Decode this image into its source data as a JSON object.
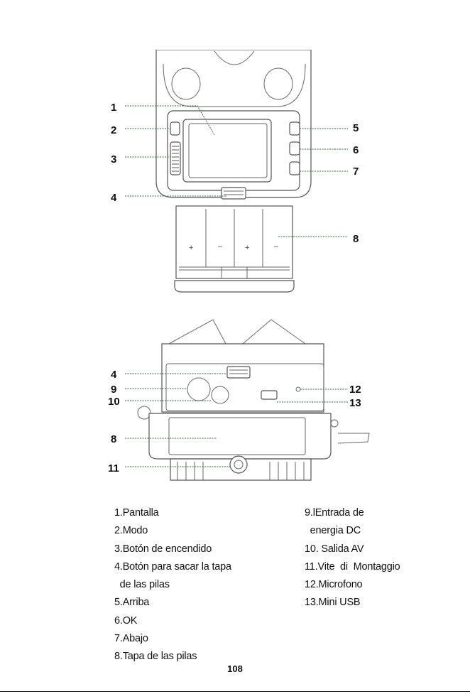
{
  "callouts_top": [
    "1",
    "2",
    "3",
    "4",
    "5",
    "6",
    "7",
    "8"
  ],
  "callouts_bottom": [
    "4",
    "9",
    "10",
    "8",
    "11",
    "12",
    "13"
  ],
  "legend_left": [
    "1.Pantalla",
    "2.Modo",
    "3.Botón de encendido",
    "4.Botón para sacar la tapa",
    "  de las pilas",
    "5.Arriba",
    "6.OK",
    "7.Abajo",
    "8.Tapa de las pilas"
  ],
  "legend_right": [
    "9.lEntrada de",
    "  energia DC",
    "10. Salida AV",
    "11.Vite  di  Montaggio",
    "12.Microfono",
    "13.Mini USB"
  ],
  "page_number": "108",
  "colors": {
    "leader": "#2e6b3a",
    "line": "#555555"
  }
}
